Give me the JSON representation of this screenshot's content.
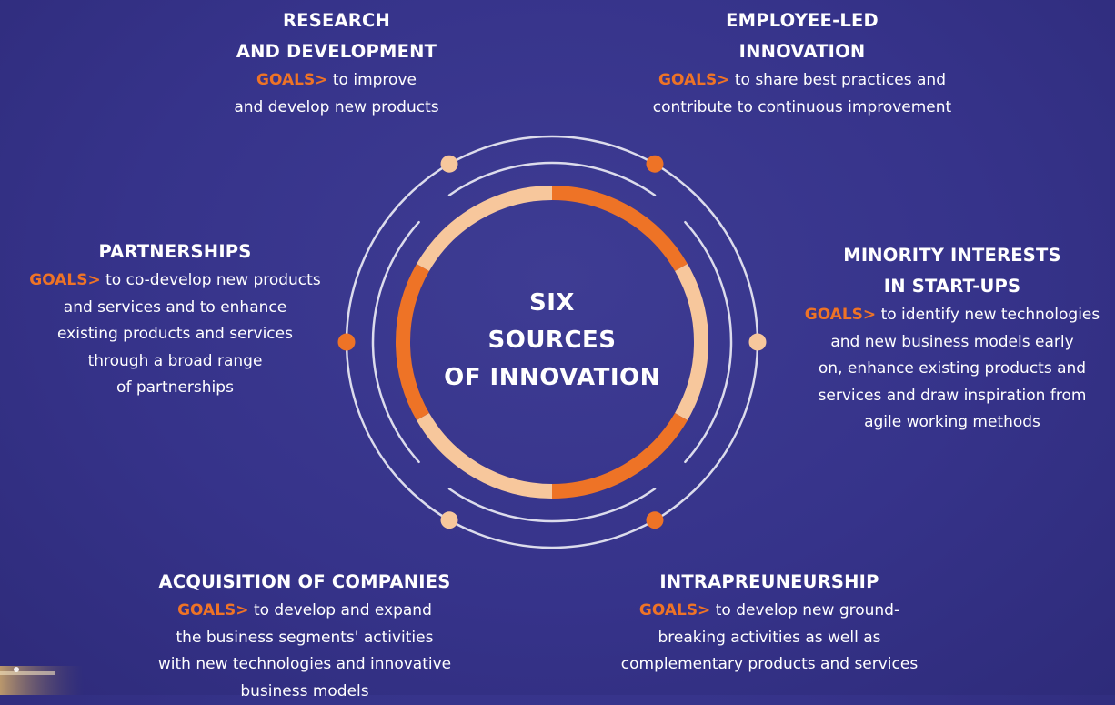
{
  "colors": {
    "background": "#36338a",
    "orange": "#ee7326",
    "peach": "#f7c79c",
    "ring_line": "#dcdcec"
  },
  "center": {
    "line1": "SIX",
    "line2": "SOURCES",
    "line3": "OF INNOVATION"
  },
  "goals_label": "GOALS>",
  "sources": {
    "research": {
      "title_lines": [
        "RESEARCH",
        "AND DEVELOPMENT"
      ],
      "body_lines": [
        "to improve",
        "and develop new products"
      ]
    },
    "employee": {
      "title_lines": [
        "EMPLOYEE-LED",
        "INNOVATION"
      ],
      "body_lines": [
        "to share best practices and",
        "contribute to continuous improvement"
      ]
    },
    "partnerships": {
      "title_lines": [
        "PARTNERSHIPS"
      ],
      "body_lines": [
        "to co-develop new products",
        "and services and to enhance",
        "existing products and services",
        "through a broad range",
        "of partnerships"
      ]
    },
    "minority": {
      "title_lines": [
        "MINORITY INTERESTS",
        "IN START-UPS"
      ],
      "body_lines": [
        "to identify new technologies",
        "and new business models early",
        "on, enhance existing products and",
        "services and draw inspiration from",
        "agile working methods"
      ]
    },
    "acquisition": {
      "title_lines": [
        "ACQUISITION OF COMPANIES"
      ],
      "body_lines": [
        "to develop and expand",
        "the business segments' activities",
        "with new technologies and innovative",
        "business models"
      ]
    },
    "intrapreneurship": {
      "title_lines": [
        "INTRAPREUNEURSHIP"
      ],
      "body_lines": [
        "to develop new ground-",
        "breaking activities as well as",
        "complementary products and services"
      ]
    }
  }
}
